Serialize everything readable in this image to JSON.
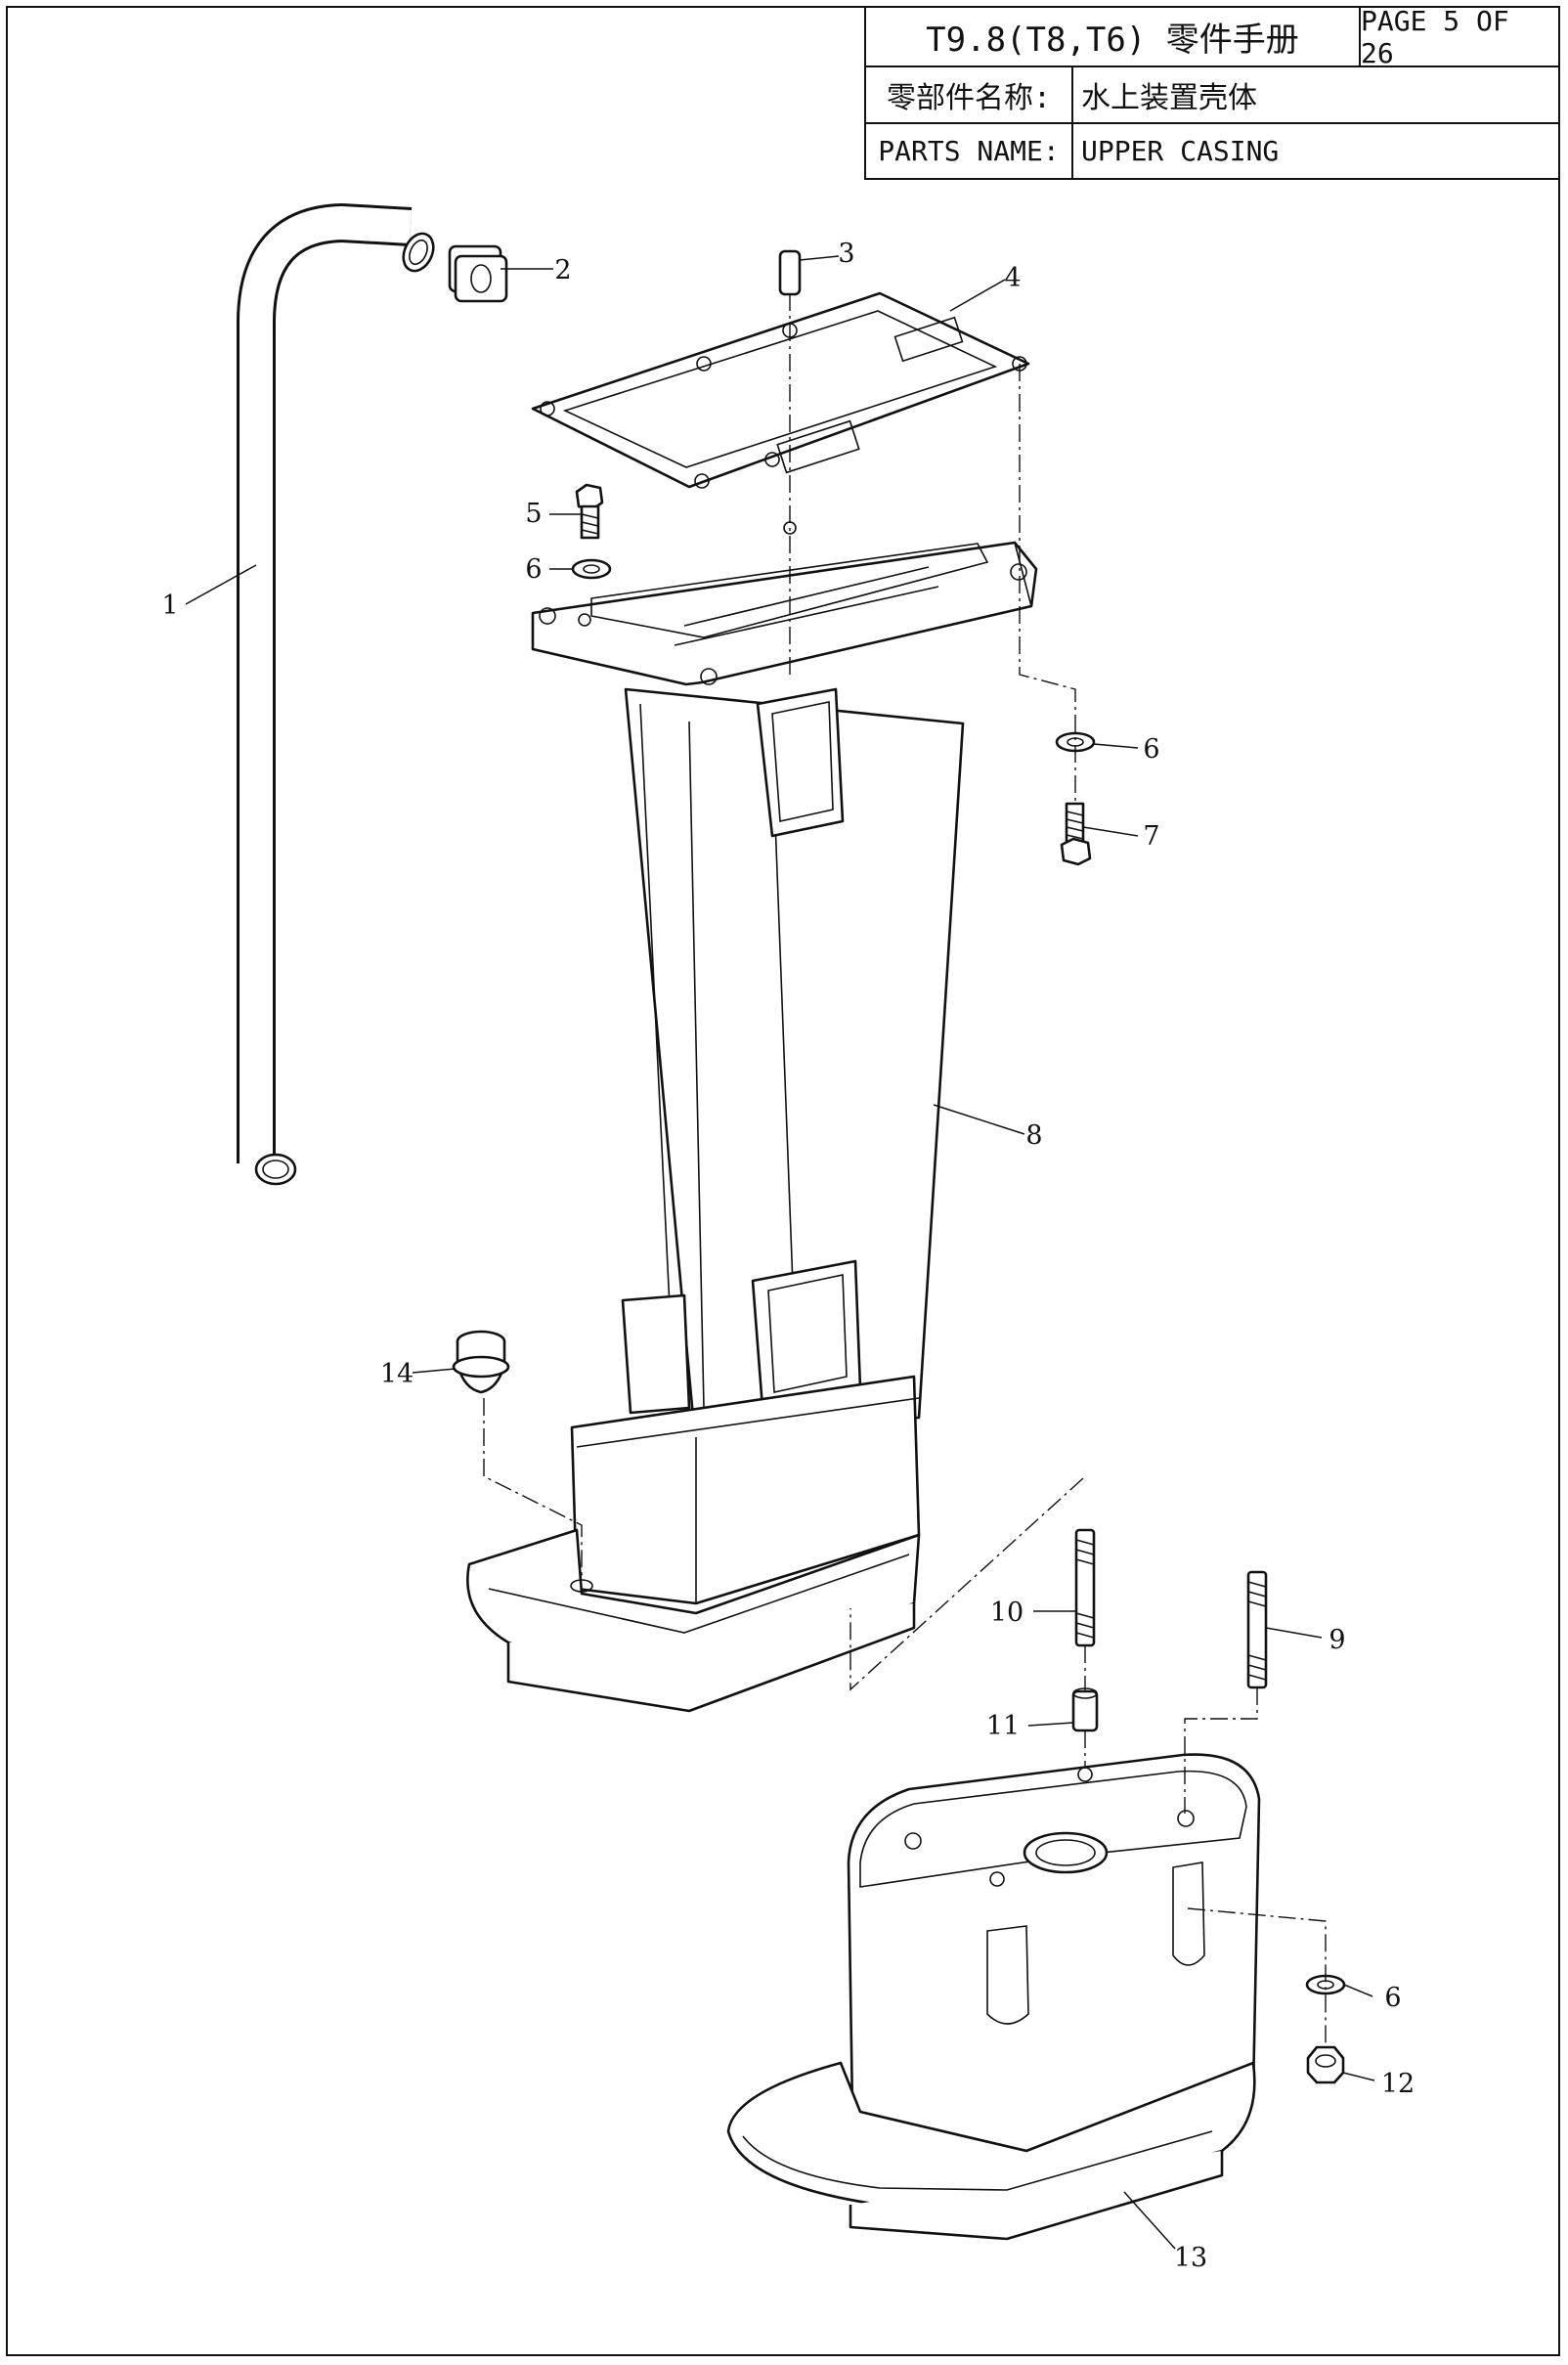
{
  "header": {
    "title": "T9.8(T8,T6) 零件手册",
    "page": "PAGE 5 OF 26",
    "part_name_cn_label": "零部件名称:",
    "part_name_cn_value": "水上装置壳体",
    "part_name_en_label": "PARTS NAME:",
    "part_name_en_value": "UPPER CASING"
  },
  "callouts": [
    "1",
    "2",
    "3",
    "4",
    "5",
    "6",
    "6",
    "7",
    "8",
    "9",
    "10",
    "11",
    "6",
    "12",
    "13",
    "14"
  ]
}
